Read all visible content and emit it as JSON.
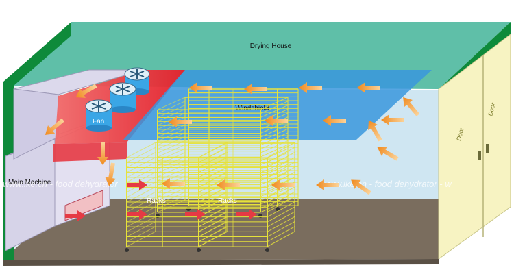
{
  "labels": {
    "drying_house": "Drying House",
    "windshield": "Windshield",
    "fan": "Fan",
    "main_machine": "Main Machine",
    "racks_left": "Racks",
    "racks_right": "Racks",
    "door_left": "Door",
    "door_right": "Door"
  },
  "watermark": {
    "left": "www.ike.cn - food dehydrator",
    "right": "www.ike.cn - food dehydrator - w"
  },
  "colors": {
    "roof": "#5fbfa8",
    "frame_green": "#0e8a3a",
    "back_wall": "#cfe6f2",
    "floor": "#7a6d5e",
    "windshield": "#3a97dd",
    "duct_red": "#ef2a3a",
    "machine": "#d6d3e8",
    "door": "#f7f3c2",
    "fan": "#3aa6e6",
    "rack": "#e6e23a",
    "arrow": "#f2a23a"
  }
}
